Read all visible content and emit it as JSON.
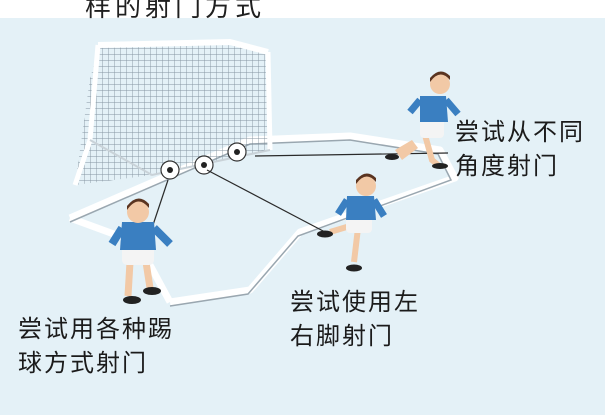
{
  "header": {
    "partial_text": "样的射门方式"
  },
  "captions": {
    "angles": [
      "尝试从不同",
      "角度射门"
    ],
    "feet": [
      "尝试使用左",
      "右脚射门"
    ],
    "styles": [
      "尝试用各种踢",
      "球方式射门"
    ]
  },
  "colors": {
    "background": "#e4f1f7",
    "field_line": "#ffffff",
    "jersey": "#3a7fc1",
    "shorts": "#f4f4f4",
    "hair": "#5a3420"
  }
}
